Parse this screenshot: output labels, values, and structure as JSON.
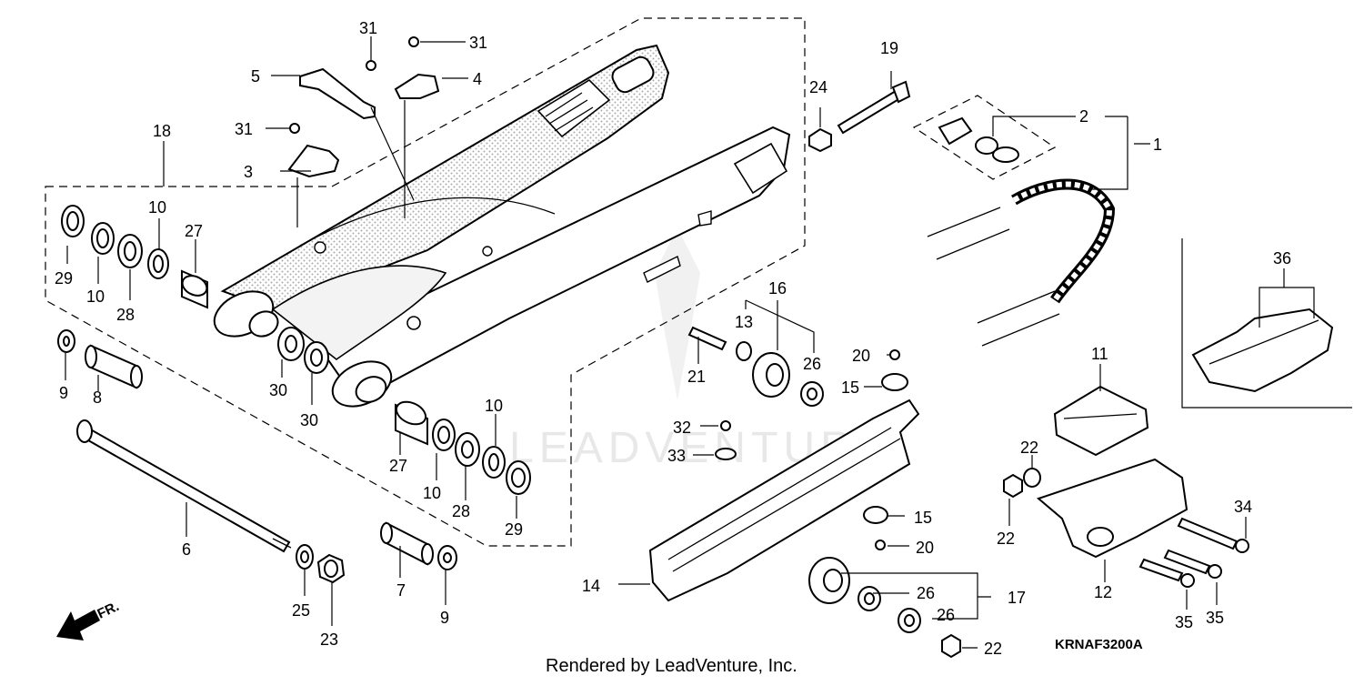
{
  "diagram": {
    "callouts": [
      {
        "id": "c1",
        "text": "1"
      },
      {
        "id": "c2",
        "text": "2"
      },
      {
        "id": "c3",
        "text": "3"
      },
      {
        "id": "c4",
        "text": "4"
      },
      {
        "id": "c5",
        "text": "5"
      },
      {
        "id": "c6",
        "text": "6"
      },
      {
        "id": "c7",
        "text": "7"
      },
      {
        "id": "c8",
        "text": "8"
      },
      {
        "id": "c9a",
        "text": "9"
      },
      {
        "id": "c9b",
        "text": "9"
      },
      {
        "id": "c10a",
        "text": "10"
      },
      {
        "id": "c10b",
        "text": "10"
      },
      {
        "id": "c10c",
        "text": "10"
      },
      {
        "id": "c10d",
        "text": "10"
      },
      {
        "id": "c11",
        "text": "11"
      },
      {
        "id": "c12",
        "text": "12"
      },
      {
        "id": "c13",
        "text": "13"
      },
      {
        "id": "c14",
        "text": "14"
      },
      {
        "id": "c15a",
        "text": "15"
      },
      {
        "id": "c15b",
        "text": "15"
      },
      {
        "id": "c16",
        "text": "16"
      },
      {
        "id": "c17",
        "text": "17"
      },
      {
        "id": "c18",
        "text": "18"
      },
      {
        "id": "c19",
        "text": "19"
      },
      {
        "id": "c20a",
        "text": "20"
      },
      {
        "id": "c20b",
        "text": "20"
      },
      {
        "id": "c21",
        "text": "21"
      },
      {
        "id": "c22a",
        "text": "22"
      },
      {
        "id": "c22b",
        "text": "22"
      },
      {
        "id": "c22c",
        "text": "22"
      },
      {
        "id": "c23",
        "text": "23"
      },
      {
        "id": "c24",
        "text": "24"
      },
      {
        "id": "c25",
        "text": "25"
      },
      {
        "id": "c26a",
        "text": "26"
      },
      {
        "id": "c26b",
        "text": "26"
      },
      {
        "id": "c26c",
        "text": "26"
      },
      {
        "id": "c27a",
        "text": "27"
      },
      {
        "id": "c27b",
        "text": "27"
      },
      {
        "id": "c28a",
        "text": "28"
      },
      {
        "id": "c28b",
        "text": "28"
      },
      {
        "id": "c29a",
        "text": "29"
      },
      {
        "id": "c29b",
        "text": "29"
      },
      {
        "id": "c30a",
        "text": "30"
      },
      {
        "id": "c30b",
        "text": "30"
      },
      {
        "id": "c31a",
        "text": "31"
      },
      {
        "id": "c31b",
        "text": "31"
      },
      {
        "id": "c31c",
        "text": "31"
      },
      {
        "id": "c32",
        "text": "32"
      },
      {
        "id": "c33",
        "text": "33"
      },
      {
        "id": "c34",
        "text": "34"
      },
      {
        "id": "c35a",
        "text": "35"
      },
      {
        "id": "c35b",
        "text": "35"
      },
      {
        "id": "c36",
        "text": "36"
      }
    ],
    "front_indicator": "FR.",
    "diagram_code": "KRNAF3200A",
    "footer": "Rendered by LeadVenture, Inc.",
    "watermark": "LEADVENTURE"
  }
}
